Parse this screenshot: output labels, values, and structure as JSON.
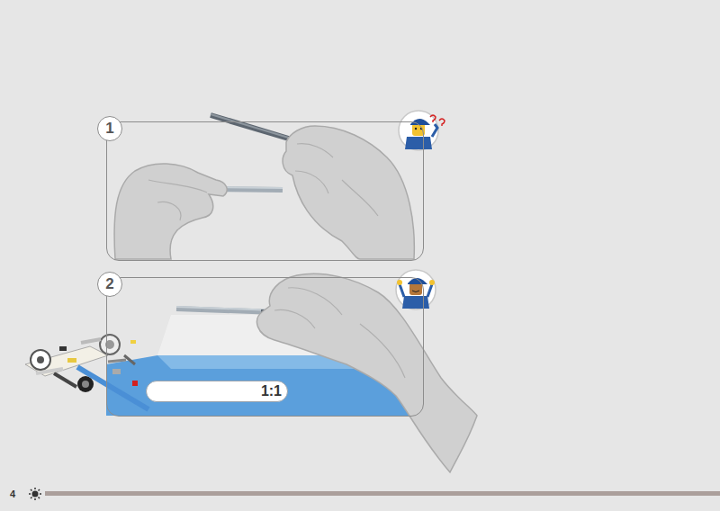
{
  "diagram": {
    "nodes": [
      {
        "text": [
          "1"
        ]
      },
      {
        "text": [
          "2"
        ]
      },
      {
        "text": [
          "1:1"
        ],
        "in": 1
      }
    ],
    "labels": [
      "4"
    ]
  }
}
